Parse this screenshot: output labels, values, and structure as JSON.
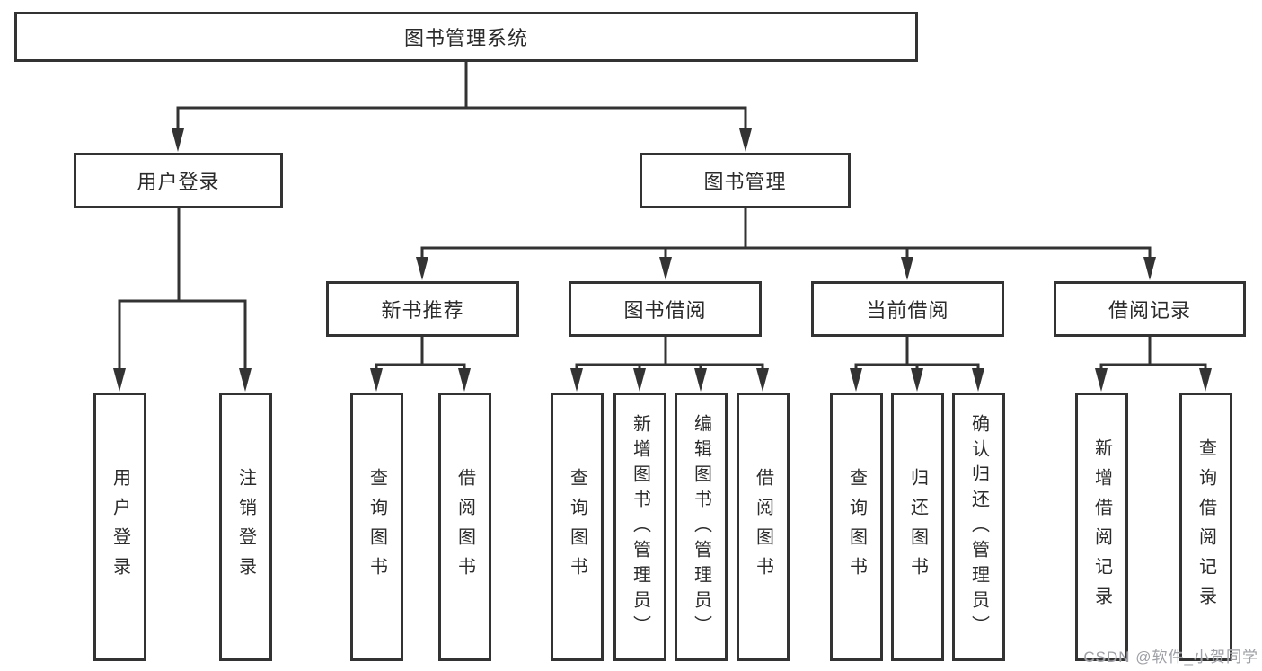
{
  "diagram": {
    "root": {
      "label": "图书管理系统"
    },
    "level2": {
      "user_login": {
        "label": "用户登录"
      },
      "book_mgmt": {
        "label": "图书管理"
      }
    },
    "level3": {
      "new_book_rec": {
        "label": "新书推荐"
      },
      "book_borrow": {
        "label": "图书借阅"
      },
      "current_borrow": {
        "label": "当前借阅"
      },
      "borrow_records": {
        "label": "借阅记录"
      }
    },
    "leaves": {
      "ul_login": "用户登录",
      "ul_logout": "注销登录",
      "nr_query": "查询图书",
      "nr_borrow": "借阅图书",
      "bb_query": "查询图书",
      "bb_add": "新增图书（管理员）",
      "bb_edit": "编辑图书（管理员）",
      "bb_borrow": "借阅图书",
      "cb_query": "查询图书",
      "cb_return": "归还图书",
      "cb_confirm": "确认归还（管理员）",
      "br_add": "新增借阅记录",
      "br_query": "查询借阅记录"
    }
  },
  "watermark": {
    "text": "CSDN @软件_小贺同学"
  },
  "colors": {
    "line": "#333333",
    "box_border": "#333333",
    "text": "#2b2b2b",
    "watermark": "#9ea0a6",
    "background": "#ffffff"
  }
}
